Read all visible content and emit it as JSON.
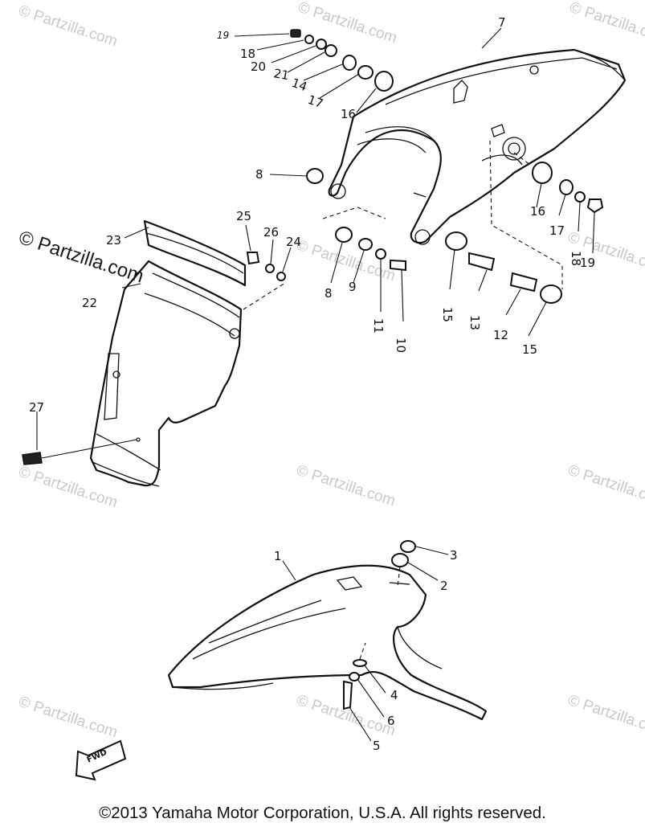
{
  "watermark_text": "© Partzilla.com",
  "watermark_prominent": "© Partzilla.com",
  "fwd_label": "FWD",
  "copyright": "©2013 Yamaha Motor Corporation, U.S.A. All rights reserved.",
  "callouts": [
    "1",
    "2",
    "3",
    "4",
    "5",
    "6",
    "7",
    "8",
    "8",
    "9",
    "10",
    "11",
    "12",
    "13",
    "14",
    "15",
    "15",
    "16",
    "16",
    "17",
    "17",
    "18",
    "18",
    "19",
    "19",
    "20",
    "21",
    "22",
    "23",
    "24",
    "25",
    "26",
    "27"
  ]
}
